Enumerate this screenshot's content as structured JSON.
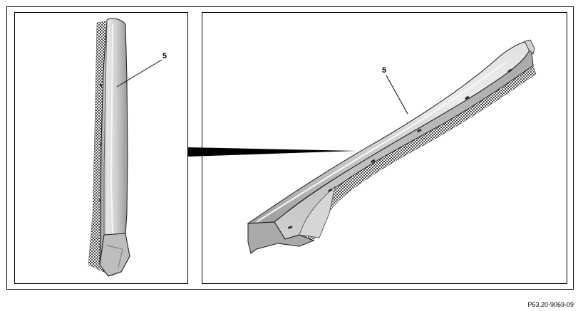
{
  "figure": {
    "callout_left": "5",
    "callout_right": "5",
    "reference_code": "P63.20-9069-09"
  },
  "colors": {
    "trim_light": "#e6e6e6",
    "trim_mid": "#b4b4b4",
    "trim_dark": "#7a7a7a",
    "outline": "#1a1a1a",
    "frame": "#000000"
  }
}
